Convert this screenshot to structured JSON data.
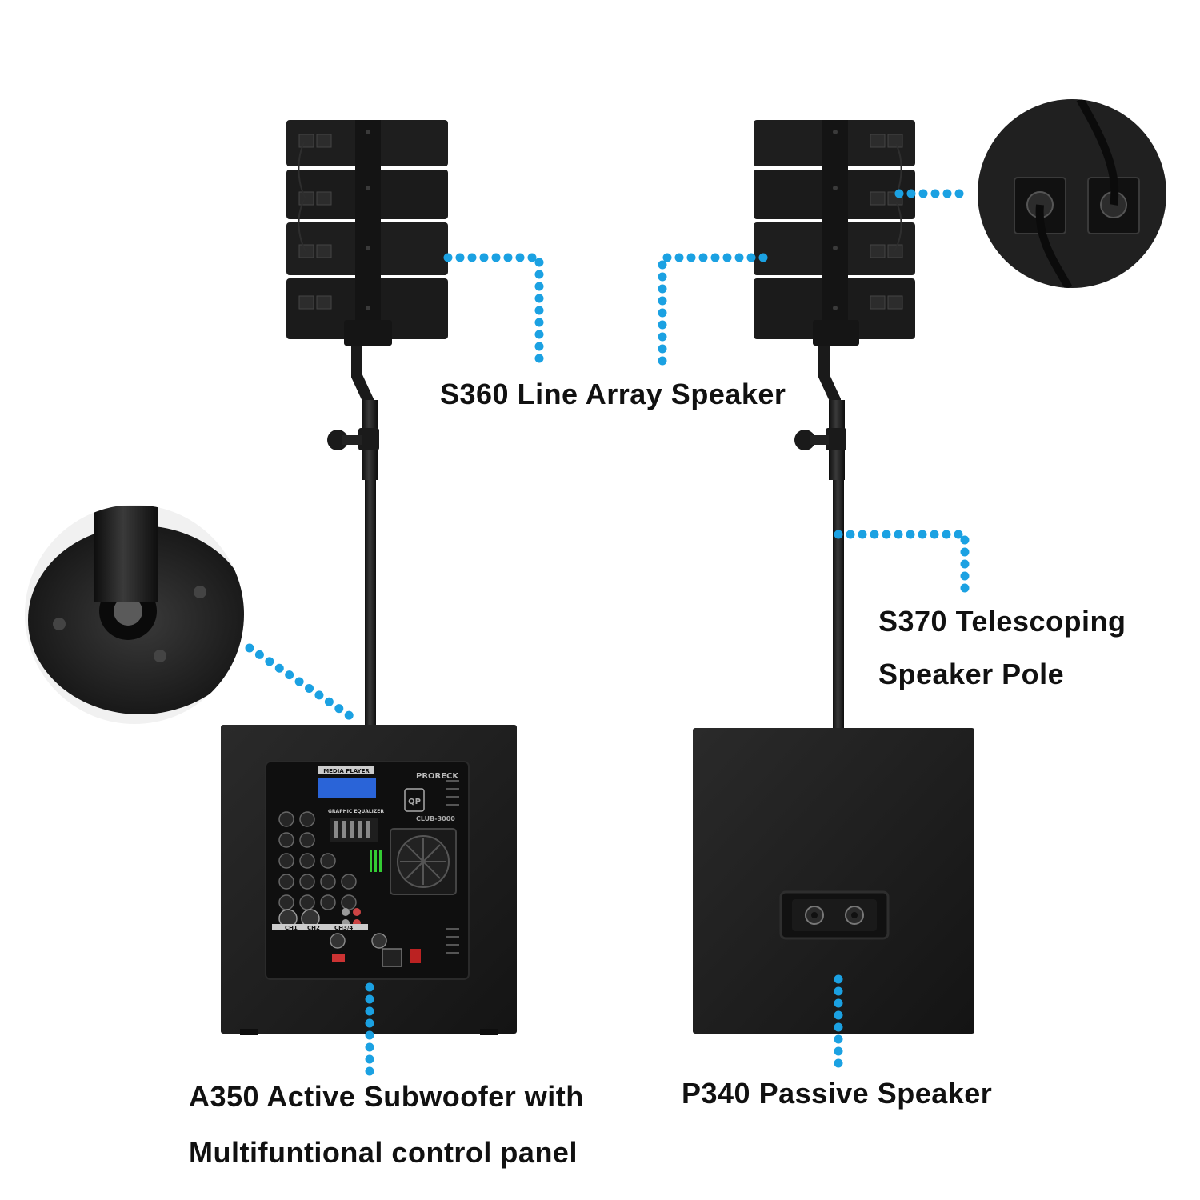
{
  "colors": {
    "background": "#ffffff",
    "speaker_black": "#1c1c1c",
    "callout_blue": "#1ba1e2",
    "label_text": "#111111",
    "lcd_blue": "#2a64d8"
  },
  "labels": {
    "line_array": "S360 Line Array Speaker",
    "pole_line1": "S370 Telescoping",
    "pole_line2": "Speaker Pole",
    "subwoofer_line1": "A350 Active Subwoofer with",
    "subwoofer_line2": "Multifuntional control panel",
    "passive": "P340 Passive Speaker"
  },
  "panel": {
    "brand": "PRORECK",
    "model": "CLUB-3000",
    "media_player": "MEDIA PLAYER",
    "graphic_equalizer": "GRAPHIC EQUALIZER",
    "channels": [
      "CH1",
      "CH2",
      "CH3/4"
    ]
  },
  "icons": [
    "pole-mount-detail-inset",
    "speakon-connector-detail-inset"
  ]
}
